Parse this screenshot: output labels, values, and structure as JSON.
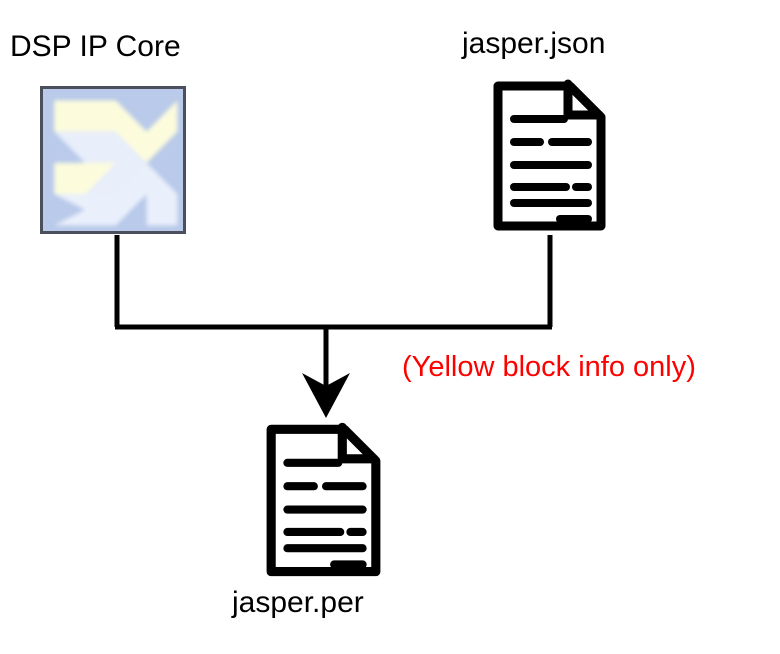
{
  "diagram": {
    "title_visible": false,
    "nodes": [
      {
        "id": "dsp-ip-core",
        "label": "DSP IP Core",
        "icon": "xilinx-logo-block",
        "role": "source"
      },
      {
        "id": "jasper-json",
        "label": "jasper.json",
        "icon": "document-icon",
        "role": "source"
      },
      {
        "id": "jasper-per",
        "label": "jasper.per",
        "icon": "document-icon",
        "role": "target"
      }
    ],
    "annotation": {
      "text": "(Yellow block info only)",
      "color": "#ff0000"
    },
    "edges": [
      {
        "from": "dsp-ip-core",
        "to": "jasper-per",
        "style": "elbow-merge"
      },
      {
        "from": "jasper-json",
        "to": "jasper-per",
        "style": "elbow-merge"
      }
    ],
    "colors": {
      "stroke": "#000000",
      "annotation": "#ff0000",
      "ipcore_fill": "#b9caea",
      "ipcore_border": "#4b505c",
      "logo_cream": "#fbfbdd",
      "logo_white": "#e6edf9"
    }
  }
}
